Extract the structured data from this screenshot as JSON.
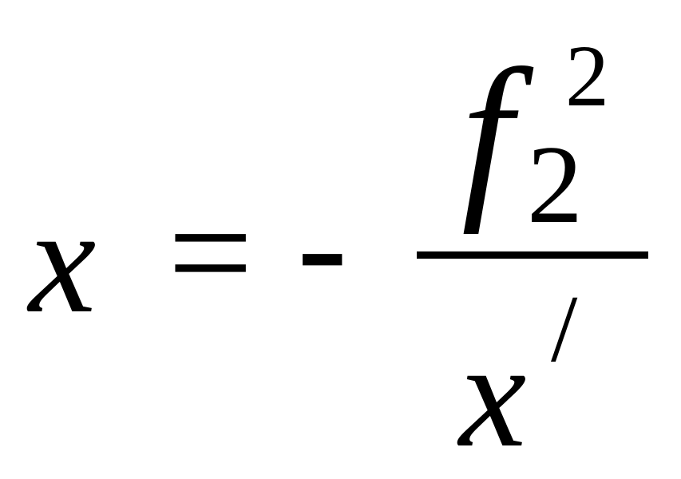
{
  "formula": {
    "lhs": "x",
    "equals": "=",
    "minus": "-",
    "numerator": {
      "base": "f",
      "subscript": "2",
      "superscript": "2"
    },
    "denominator": {
      "base": "x",
      "prime": "/"
    }
  }
}
